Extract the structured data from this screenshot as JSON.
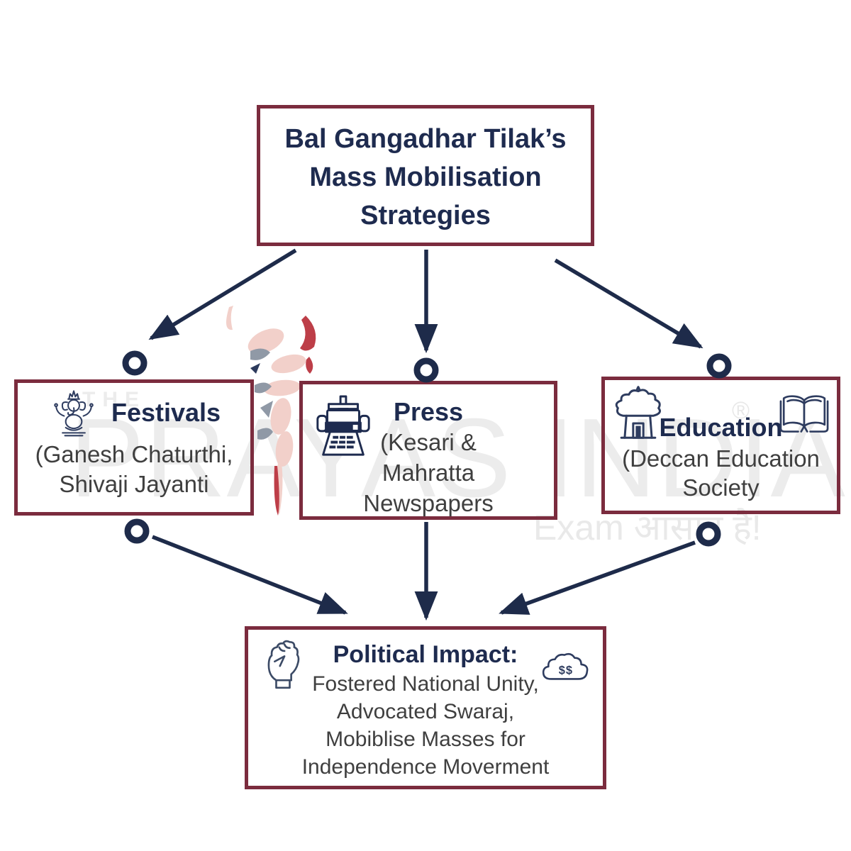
{
  "title_box": {
    "lines": [
      "Bal Gangadhar Tilak’s",
      "Mass Mobilisation",
      "Strategies"
    ]
  },
  "nodes": {
    "festivals": {
      "title": "Festivals",
      "subtitle_lines": [
        "(Ganesh Chaturthi,",
        "Shivaji Jayanti"
      ]
    },
    "press": {
      "title": "Press",
      "subtitle_lines": [
        "(Kesari &",
        "Mahratta",
        "Newspapers"
      ]
    },
    "education": {
      "title": "Education",
      "subtitle_lines": [
        "(Deccan Education",
        "Society"
      ]
    },
    "impact": {
      "title": "Political Impact:",
      "subtitle_lines": [
        "Fostered National Unity,",
        "Advocated Swaraj,",
        "Mobiblise Masses for",
        "Independence Moverment"
      ]
    }
  },
  "watermark": {
    "the": "THE",
    "brand": "PRAYAS INDIA",
    "registered": "®",
    "tagline": "Exam आसान है!"
  },
  "icons": {
    "festivals": "ganesha-idol-icon",
    "press": "printing-press-icon",
    "education_left": "hut-icon",
    "education_right": "open-book-icon",
    "impact_left": "raised-fist-icon",
    "impact_right": "money-cloud-icon"
  },
  "cloud_icon_text": "$$",
  "colors": {
    "box_border": "#7b2c3e",
    "heading_text": "#1e2b4f",
    "body_text": "#3f3f3f",
    "connector": "#1e2b4a",
    "watermark_gray": "#ececec",
    "logo_pink": "#f2d0ca",
    "logo_red": "#bd3e48",
    "logo_gray": "#9099a6"
  }
}
